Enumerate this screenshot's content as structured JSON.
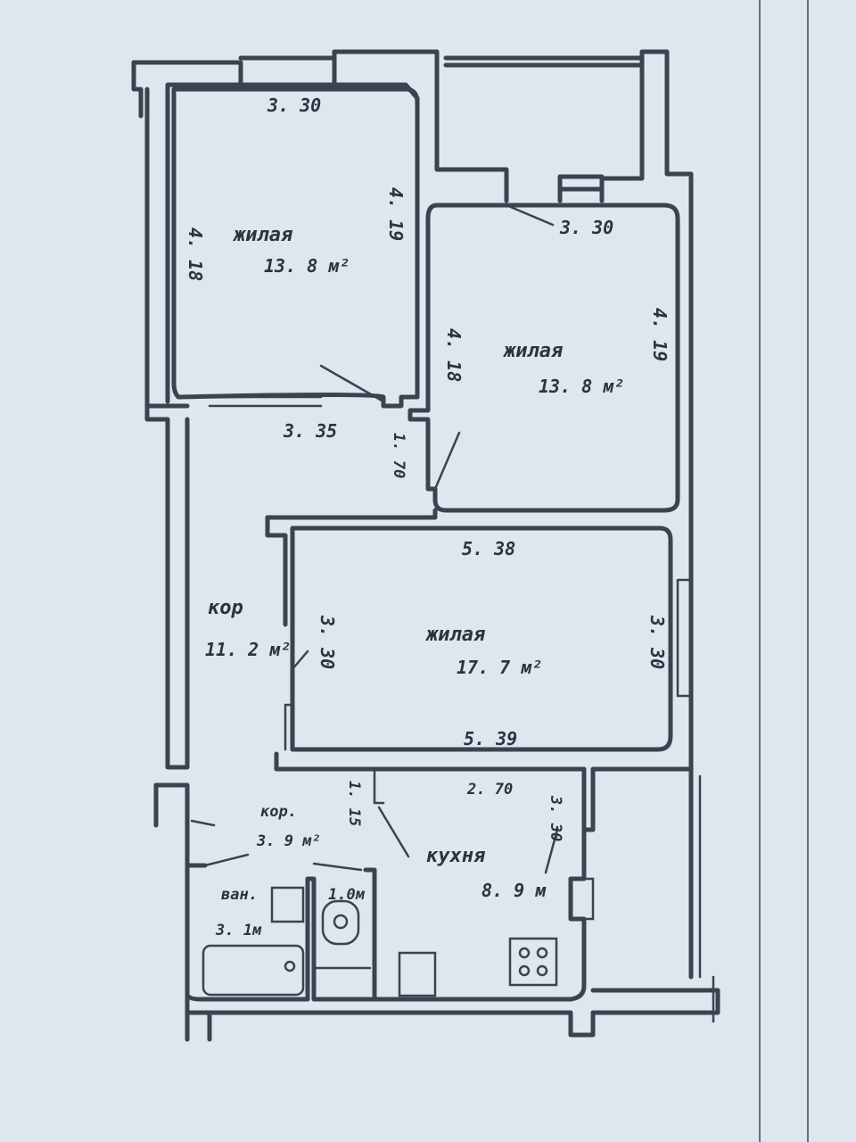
{
  "rooms": {
    "room1": {
      "label": "жилая",
      "area": "13. 8 м²",
      "dim_top": "3. 30",
      "dim_left": "4. 18",
      "dim_right": "4. 19",
      "dim_bottom": "3. 35"
    },
    "room2": {
      "label": "жилая",
      "area": "13. 8 м²",
      "dim_top": "3. 30",
      "dim_left": "4. 18",
      "dim_right": "4. 19"
    },
    "room3": {
      "label": "жилая",
      "area": "17. 7 м²",
      "dim_top": "5. 38",
      "dim_bottom": "5. 39",
      "dim_left": "3. 30",
      "dim_right": "3. 30"
    },
    "corridor1": {
      "label": "кор",
      "area": "11. 2 м²"
    },
    "corridor2": {
      "label": "кор.",
      "area": "3. 9 м²"
    },
    "bathroom": {
      "label": "ван.",
      "area": "3. 1м"
    },
    "toilet": {
      "area": "1.0м"
    },
    "kitchen": {
      "label": "кухня",
      "area": "8. 9 м",
      "dim_top": "2. 70",
      "dim_right": "3. 30"
    },
    "passage": {
      "dim": "1. 70",
      "dim2": "1. 15"
    }
  }
}
